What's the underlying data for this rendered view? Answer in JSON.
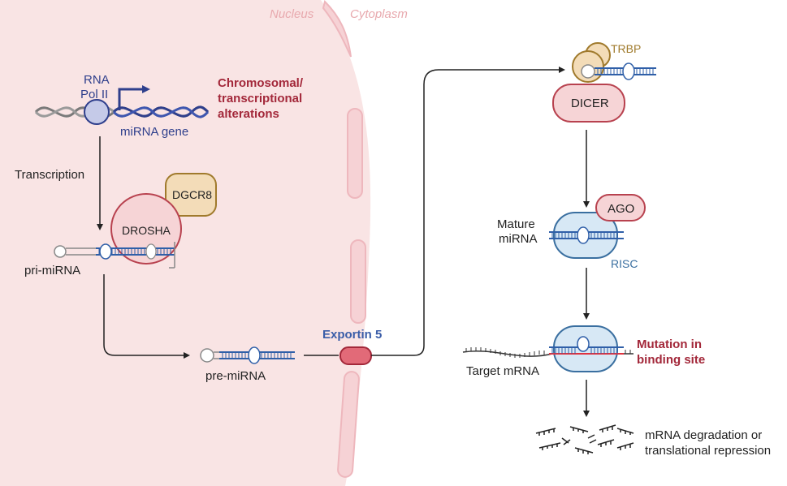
{
  "compartments": {
    "nucleus": "Nucleus",
    "cytoplasm": "Cytoplasm"
  },
  "labels": {
    "rna_pol_line1": "RNA",
    "rna_pol_line2": "Pol II",
    "mirna_gene": "miRNA gene",
    "chromosomal_line1": "Chromosomal/",
    "chromosomal_line2": "transcriptional",
    "chromosomal_line3": "alterations",
    "transcription": "Transcription",
    "dgcr8": "DGCR8",
    "drosha": "DROSHA",
    "pri_mirna": "pri-miRNA",
    "pre_mirna": "pre-miRNA",
    "exportin5": "Exportin 5",
    "trbp": "TRBP",
    "dicer": "DICER",
    "ago": "AGO",
    "mature_line1": "Mature",
    "mature_line2": "miRNA",
    "risc": "RISC",
    "mutation_line1": "Mutation in",
    "mutation_line2": "binding site",
    "target_mrna": "Target mRNA",
    "degradation_line1": "mRNA degradation or",
    "degradation_line2": "translational repression"
  },
  "colors": {
    "nucleus_fill": "#f9e4e4",
    "membrane": "#f2c2c6",
    "compartment_text": "#e8a9ae",
    "alteration_text": "#a3283a",
    "exportin_text": "#3a5da8",
    "pol_text": "#2f3f8c",
    "trbp_text": "#a07a2c",
    "risc_text": "#3a6fa0",
    "protein_pink_fill": "#f6d4d6",
    "protein_pink_stroke": "#b8424f",
    "protein_tan_fill": "#f3dcb8",
    "protein_tan_stroke": "#a07a2c",
    "risc_fill": "#d7e8f5",
    "risc_stroke": "#3a6fa0",
    "rna_blue": "#2f5fa8",
    "seed_red": "#e0323f"
  }
}
